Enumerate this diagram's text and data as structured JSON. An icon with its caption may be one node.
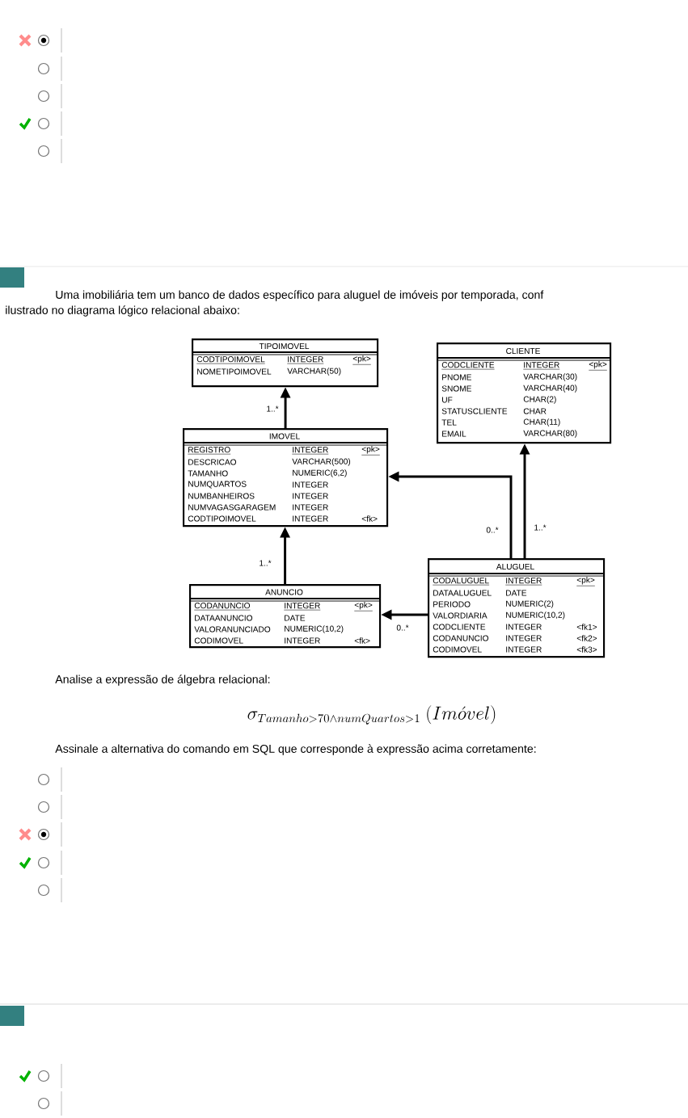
{
  "diagram": {
    "nodes": [
      {
        "text": [
          "TIPOIMOVEL",
          "CODTIPOIMOVEL",
          "INTEGER",
          "<pk>",
          "NOMETIPOIMOVEL",
          "VARCHAR(50)"
        ]
      },
      {
        "text": [
          "CLIENTE",
          "CODCLIENTE",
          "INTEGER",
          "<pk>",
          "PNOME",
          "VARCHAR(30)",
          "SNOME",
          "VARCHAR(40)",
          "UF",
          "CHAR(2)",
          "STATUSCLIENTE",
          "CHAR",
          "TEL",
          "CHAR(11)",
          "EMAIL",
          "VARCHAR(80)"
        ]
      },
      {
        "text": [
          "IMOVEL",
          "REGISTRO",
          "INTEGER",
          "<pk>",
          "DESCRICAO",
          "VARCHAR(500)",
          "TAMANHO",
          "NUMERIC(6,2)",
          "NUMQUARTOS",
          "INTEGER",
          "NUMBANHEIROS",
          "INTEGER",
          "NUMVAGASGARAGEM",
          "INTEGER",
          "CODTIPOIMOVEL",
          "INTEGER",
          "<fk>"
        ]
      },
      {
        "text": [
          "ALUGUEL",
          "CODALUGUEL",
          "INTEGER",
          "<pk>",
          "DATAALUGUEL",
          "DATE",
          "PERIODO",
          "NUMERIC(2)",
          "VALORDIARIA",
          "NUMERIC(10,2)",
          "CODCLIENTE",
          "INTEGER",
          "<fk1>",
          "CODANUNCIO",
          "INTEGER",
          "<fk2>",
          "CODIMOVEL",
          "INTEGER",
          "<fk3>"
        ]
      },
      {
        "text": [
          "ANUNCIO",
          "CODANUNCIO",
          "INTEGER",
          "<pk>",
          "DATAANUNCIO",
          "DATE",
          "VALORANUNCIADO",
          "NUMERIC(10,2)",
          "CODIMOVEL",
          "INTEGER",
          "<fk>"
        ]
      }
    ],
    "edges": [
      {
        "from": 2,
        "to": 0,
        "arrow": "to",
        "label": "1..*"
      },
      {
        "from": 4,
        "to": 2,
        "arrow": "to",
        "label": "1..*"
      },
      {
        "from": 3,
        "to": 2,
        "arrow": "to",
        "label": "0..*"
      },
      {
        "from": 3,
        "to": 1,
        "arrow": "to",
        "label": "1..*"
      },
      {
        "from": 3,
        "to": 4,
        "arrow": "to",
        "label": "0..*"
      }
    ],
    "labels": [
      "Uma imobiliária tem um banco de dados específico para aluguel de imóveis por temporada, conf",
      "ilustrado no diagrama lógico relacional abaixo:",
      "Analise a expressão de álgebra relacional:",
      "\\sigma_{Tamanho > 70 \\wedge numQuartos > 1}\\ (Im\\acute{o}vel)",
      "Assinale a alternativa do comando em SQL que corresponde à expressão acima corretamente:"
    ]
  }
}
